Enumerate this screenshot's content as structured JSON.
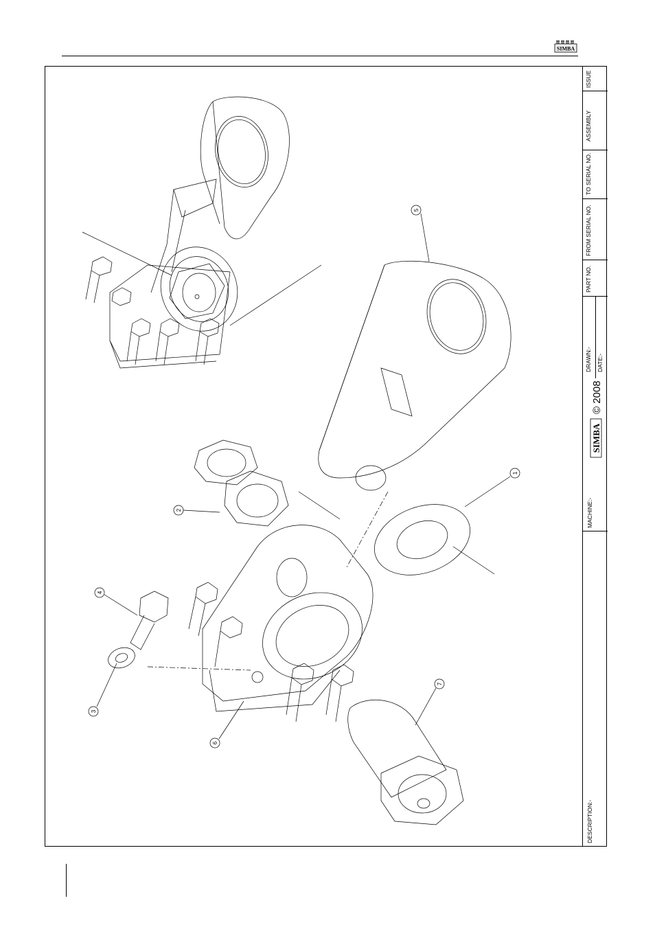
{
  "title_block": {
    "issue": "ISSUE",
    "assembly": "ASSEMBLY",
    "to_serial": "TO SERIAL NO.",
    "from_serial": "FROM SERIAL NO.",
    "part_no": "PART NO.",
    "drawn": "DRAWN:-",
    "date": "DATE:-",
    "copyright": "© 2008",
    "machine": "MACHINE:-",
    "description": "DESCRIPTION:-"
  },
  "brand": {
    "logo_text": "SIMBA"
  },
  "callouts": [
    "1",
    "2",
    "3",
    "4",
    "5",
    "6",
    "7"
  ]
}
